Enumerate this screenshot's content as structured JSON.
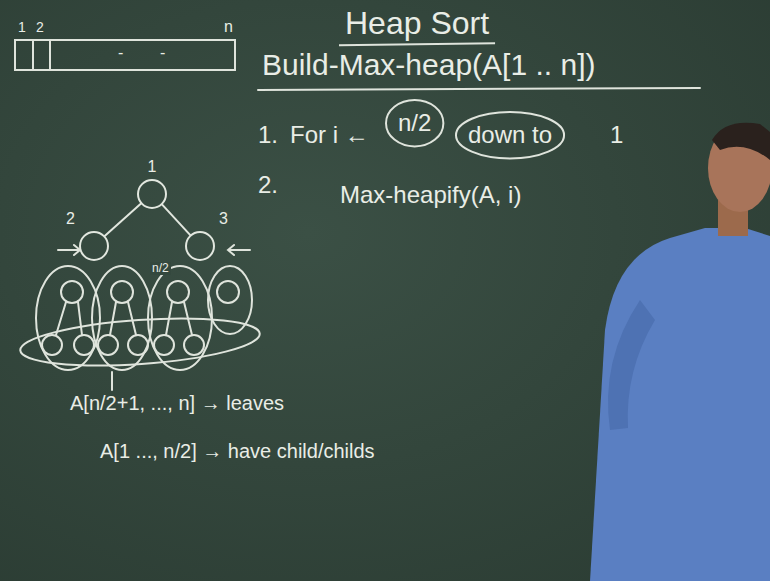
{
  "diagram": {
    "title": "Heap Sort",
    "nodes": [
      {
        "text": [
          "1"
        ]
      },
      {
        "text": [
          "2"
        ]
      },
      {
        "text": [
          "3"
        ]
      }
    ],
    "edges": [
      {
        "from": 0,
        "to": 1,
        "arrow": "none"
      },
      {
        "from": 0,
        "to": 2,
        "arrow": "none"
      }
    ],
    "labels": [
      "1",
      "2",
      "n",
      "-",
      "-",
      "Build-Max-heap(A[1 .. n])",
      "1.",
      "For i ←",
      "n/2",
      "down to",
      "1",
      "2.",
      "Max-heapify(A, i)",
      "n/2",
      "A[n/2+1, ..., n] → leaves",
      "A[1 ..., n/2] → have child/childs"
    ]
  }
}
